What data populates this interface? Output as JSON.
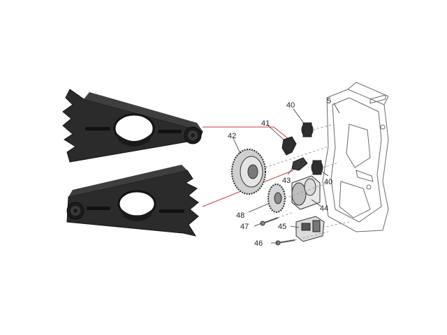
{
  "diagram": {
    "callouts": [
      {
        "id": "5",
        "label": "5"
      },
      {
        "id": "40a",
        "label": "40"
      },
      {
        "id": "40b",
        "label": "40"
      },
      {
        "id": "41",
        "label": "41"
      },
      {
        "id": "42",
        "label": "42"
      },
      {
        "id": "43",
        "label": "43"
      },
      {
        "id": "44",
        "label": "44"
      },
      {
        "id": "45",
        "label": "45"
      },
      {
        "id": "46",
        "label": "46"
      },
      {
        "id": "47",
        "label": "47"
      },
      {
        "id": "48",
        "label": "48"
      }
    ],
    "colors": {
      "bracket_body": "#2b2b2b",
      "bracket_shadow": "#161616",
      "bracket_highlight": "#4a4a4a",
      "line_art": "#6a6a6a",
      "leader_red": "#d23a3a",
      "background": "#ffffff"
    }
  }
}
